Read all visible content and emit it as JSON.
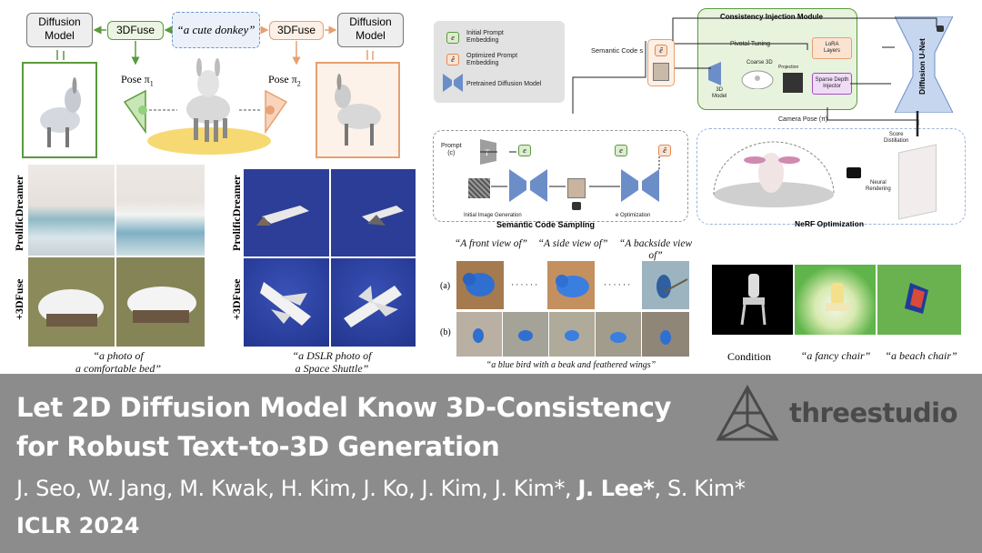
{
  "left_figure": {
    "diffusion_model_left": "Diffusion\nModel",
    "fuse_left": "3DFuse",
    "prompt": "“a cute donkey”",
    "fuse_right": "3DFuse",
    "diffusion_model_right": "Diffusion\nModel",
    "pose1": "Pose π",
    "pose1_sub": "1",
    "pose2": "Pose π",
    "pose2_sub": "2"
  },
  "comparison_bed": {
    "row1_label": "ProlificDreamer",
    "row2_label": "+3DFuse",
    "caption": "“a photo of\na comfortable bed”"
  },
  "comparison_shuttle": {
    "row1_label": "ProlificDreamer",
    "row2_label": "+3DFuse",
    "caption": "“a DSLR photo of\na Space Shuttle”"
  },
  "legend": {
    "initial": "Initial Prompt\nEmbedding",
    "optimized": "Optimized Prompt\nEmbedding",
    "pretrained": "Pretrained Diffusion Model"
  },
  "pipeline": {
    "semantic_code": "Semantic Code s",
    "prompt_label": "Prompt\n(c)",
    "initial_image_generation": "Initial Image Generation",
    "e_optimization": "e Optimization",
    "semantic_code_sampling": "Semantic Code Sampling",
    "consistency_module": "Consistency Injection Module",
    "pivotal_tuning": "Pivotal Tuning",
    "lora_layers": "LoRA\nLayers",
    "coarse_3d": "Coarse 3D",
    "projection": "Projection",
    "sparse_depth_injector": "Sparse Depth\nInjector",
    "model_3d": "3D\nModel",
    "diffusion_unet": "Diffusion U-Net",
    "camera_pose": "Camera Pose (π)",
    "score_distillation": "Score\nDistillation",
    "neural_rendering": "Neural\nRendering",
    "nerf_optimization": "NeRF Optimization"
  },
  "views": {
    "front": "“A front view of”",
    "side": "“A side view of”",
    "back": "“A backside view of”",
    "row_a": "(a)",
    "row_b": "(b)",
    "dots": "· · · · · ·",
    "caption": "“a blue bird with a beak and feathered wings”"
  },
  "chairs": {
    "condition": "Condition",
    "fancy": "“a fancy chair”",
    "beach": "“a beach chair”"
  },
  "banner": {
    "title_line1": "Let 2D Diffusion Model Know 3D-Consistency",
    "title_line2": "for Robust Text-to-3D Generation",
    "authors_plain": "J. Seo, W. Jang, M. Kwak, H. Kim, J. Ko, J. Kim, J. Kim*, ",
    "authors_bold": "J. Lee*",
    "authors_end": ", S. Kim*",
    "venue": "ICLR 2024",
    "brand": "threestudio"
  },
  "colors": {
    "banner_bg": "#8c8c8c",
    "green": "#5a9a3c",
    "orange": "#e6a070",
    "blue_box": "#6c95c9"
  }
}
